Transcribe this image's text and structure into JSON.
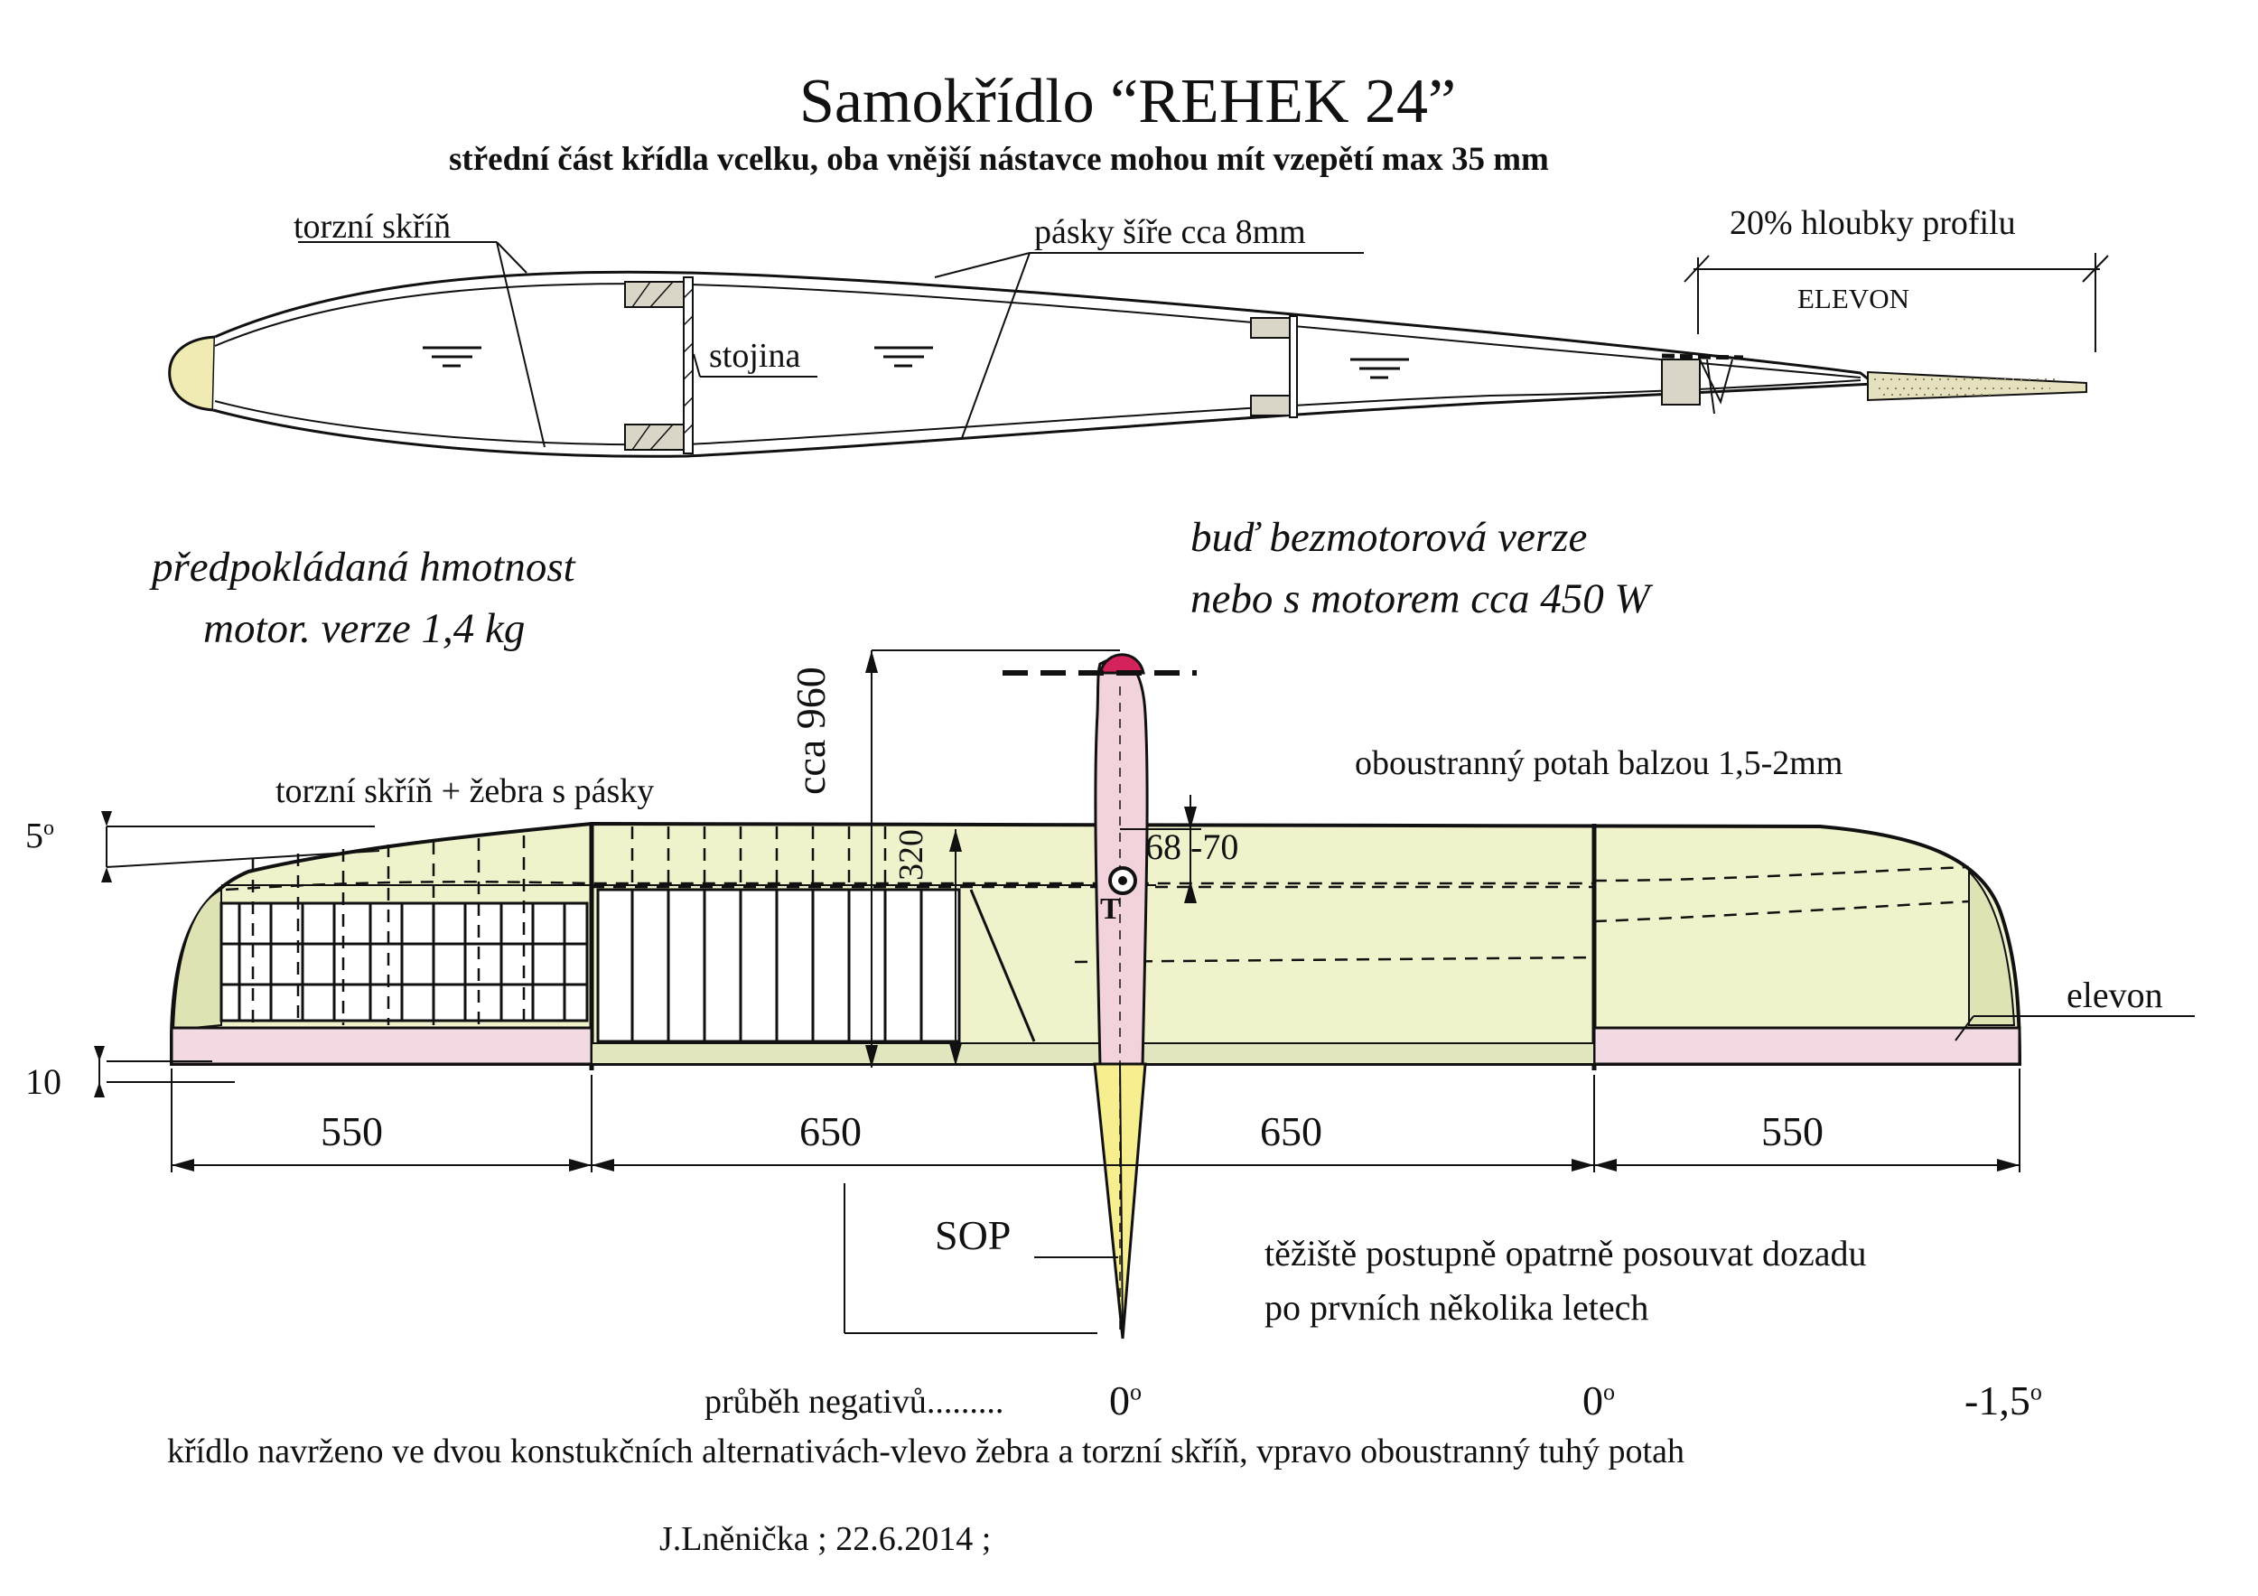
{
  "title": "Samokřídlo  “REHEK 24”",
  "subtitle": "střední část křídla vcelku, oba vnější nástavce mohou mít vzepětí max 35 mm",
  "profile": {
    "label_torzni_skrin": "torzní skříň",
    "label_pasky": "pásky šíře cca 8mm",
    "label_stojina": "stojina",
    "label_hloubka": "20% hloubky profilu",
    "label_elevon": "ELEVON"
  },
  "notes": {
    "mass_line1": "předpokládaná hmotnost",
    "mass_line2": "motor. verze 1,4 kg",
    "version_line1": "buď bezmotorová verze",
    "version_line2": "nebo s motorem cca 450 W",
    "skin": "oboustranný potah balzou 1,5-2mm",
    "left_struct": "torzní skříň + žebra s pásky",
    "elevon": "elevon",
    "cg_line1": "těžiště postupně opatrně posouvat dozadu",
    "cg_line2": "po prvních několika letech",
    "negatives": "průběh negativů.........",
    "design": "křídlo navrženo ve dvou konstukčních alternativách-vlevo žebra a torzní skříň, vpravo oboustranný tuhý potah",
    "author": "J.Lněnička ; 22.6.2014 ;"
  },
  "dimensions": {
    "sweep": "5",
    "sweep_deg": "o",
    "elevon_gap": "10",
    "length_total": "cca 960",
    "chord_root": "320",
    "cg_pos": "68 -70",
    "cg_mark": "T",
    "fin": "SOP",
    "spans": [
      "550",
      "650",
      "650",
      "550"
    ],
    "twist": [
      "0",
      "0",
      "-1,5"
    ],
    "twist_deg": "o"
  },
  "colors": {
    "wing_fill": "#f0f2cc",
    "wing_tip_fill": "#dfe2b2",
    "elevon_fill": "#f2d9e2",
    "fuselage_fill": "#f2d3dc",
    "spinner": "#d4235a",
    "fin_fill": "#f7ef8f",
    "leading_edge": "#f0ebb3",
    "balsa_block": "#d9d6c8",
    "elevon_profile": "#e5e0bd",
    "ink": "#111111"
  }
}
